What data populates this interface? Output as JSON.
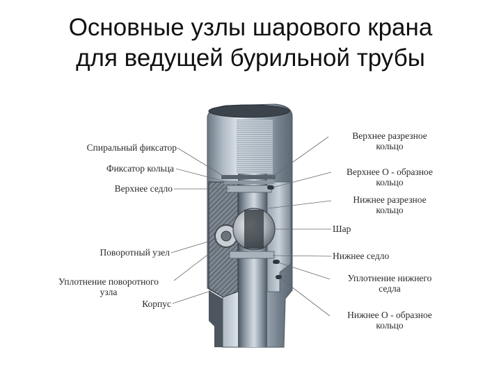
{
  "title": {
    "line1": "Основные узлы шарового крана",
    "line2": "для ведущей бурильной трубы"
  },
  "labels": {
    "spiral_fixator": "Спиральный фиксатор",
    "ring_fixator": "Фиксатор кольца",
    "upper_seat": "Верхнее седло",
    "rotary_unit": "Поворотный узел",
    "rotary_seal_line1": "Уплотнение поворотного",
    "rotary_seal_line2": "узла",
    "body": "Корпус",
    "upper_split_ring_line1": "Верхнее разрезное",
    "upper_split_ring_line2": "кольцо",
    "upper_o_ring_line1": "Верхнее О - образное",
    "upper_o_ring_line2": "кольцо",
    "lower_split_ring_line1": "Нижнее разрезное",
    "lower_split_ring_line2": "кольцо",
    "ball": "Шар",
    "lower_seat": "Нижнее седло",
    "lower_seat_seal_line1": "Уплотнение нижнего",
    "lower_seat_seal_line2": "седла",
    "lower_o_ring_line1": "Нижнее О - образное",
    "lower_o_ring_line2": "кольцо"
  },
  "colors": {
    "steel_light": "#dfe5ea",
    "steel_mid": "#9aa7b3",
    "steel_dark": "#55606b",
    "section_hatch": "#3d444c",
    "ball_metal": "#b9bfc4",
    "leader": "#6a6a6a"
  }
}
